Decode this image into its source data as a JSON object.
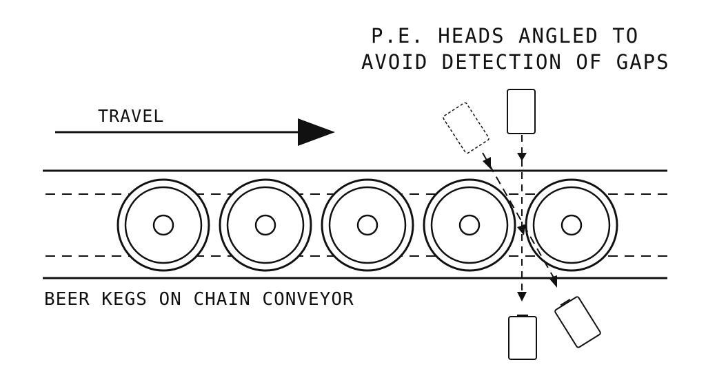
{
  "labels": {
    "travel": "TRAVEL",
    "heads_line1": "P.E. HEADS ANGLED TO",
    "heads_line2": "AVOID DETECTION OF GAPS",
    "conveyor": "BEER KEGS ON CHAIN CONVEYOR"
  },
  "kegs": [
    {
      "id": "keg-1"
    },
    {
      "id": "keg-2"
    },
    {
      "id": "keg-3"
    },
    {
      "id": "keg-4"
    },
    {
      "id": "keg-5"
    }
  ],
  "colors": {
    "ink": "#111111",
    "background": "#ffffff"
  }
}
